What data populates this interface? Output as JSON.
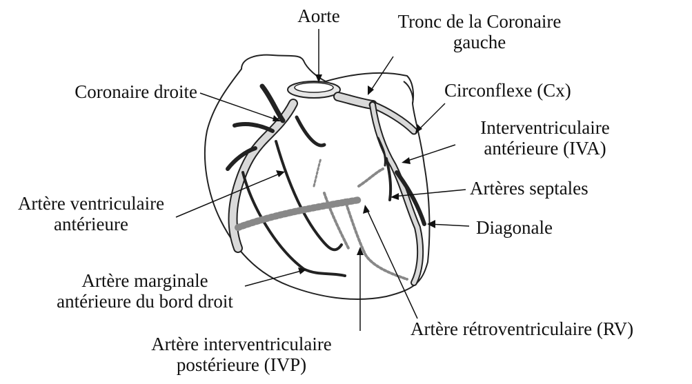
{
  "labels": {
    "aorte": "Aorte",
    "tronc_line1": "Tronc de la Coronaire",
    "tronc_line2": "gauche",
    "coronaire_droite": "Coronaire droite",
    "circonflexe": "Circonflexe (Cx)",
    "iva_line1": "Interventriculaire",
    "iva_line2": "antérieure (IVA)",
    "septales": "Artères septales",
    "diagonale": "Diagonale",
    "ventriculaire_line1": "Artère ventriculaire",
    "ventriculaire_line2": "antérieure",
    "marginale_line1": "Artère marginale",
    "marginale_line2": "antérieure du bord droit",
    "rv": "Artère rétroventriculaire (RV)",
    "ivp_line1": "Artère interventriculaire",
    "ivp_line2": "postérieure (IVP)"
  },
  "colors": {
    "ink": "#111111",
    "vessel_fill": "#d9d9d9",
    "vessel_outline": "#222222",
    "background": "#ffffff"
  }
}
